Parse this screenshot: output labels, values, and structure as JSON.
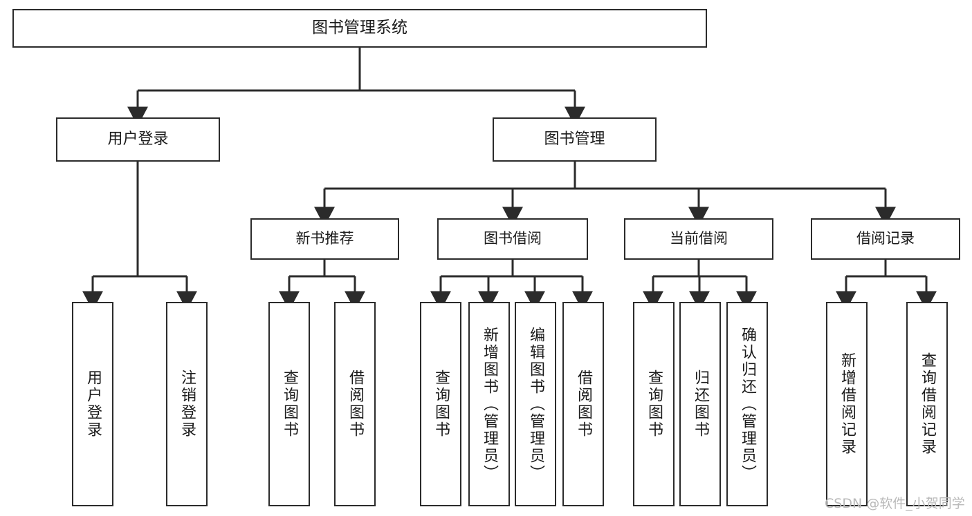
{
  "diagram": {
    "type": "tree",
    "title": "图书管理系统",
    "watermark": "CSDN @软件_小贺同学",
    "colors": {
      "box_border": "#2b2b2b",
      "box_fill": "#ffffff",
      "connector": "#2b2b2b",
      "text": "#1b1b1b",
      "watermark": "#b9b9b9"
    },
    "nodes": {
      "root": {
        "label": "图书管理系统"
      },
      "level2": [
        {
          "label": "用户登录"
        },
        {
          "label": "图书管理"
        }
      ],
      "level3": [
        {
          "label": "新书推荐"
        },
        {
          "label": "图书借阅"
        },
        {
          "label": "当前借阅"
        },
        {
          "label": "借阅记录"
        }
      ],
      "leaves": [
        {
          "label": "用户登录",
          "parent": "用户登录"
        },
        {
          "label": "注销登录",
          "parent": "用户登录"
        },
        {
          "label": "查询图书",
          "parent": "新书推荐"
        },
        {
          "label": "借阅图书",
          "parent": "新书推荐"
        },
        {
          "label": "查询图书",
          "parent": "图书借阅"
        },
        {
          "label": "新增图书（管理员）",
          "parent": "图书借阅"
        },
        {
          "label": "编辑图书（管理员）",
          "parent": "图书借阅"
        },
        {
          "label": "借阅图书",
          "parent": "图书借阅"
        },
        {
          "label": "查询图书",
          "parent": "当前借阅"
        },
        {
          "label": "归还图书",
          "parent": "当前借阅"
        },
        {
          "label": "确认归还（管理员）",
          "parent": "当前借阅"
        },
        {
          "label": "新增借阅记录",
          "parent": "借阅记录"
        },
        {
          "label": "查询借阅记录",
          "parent": "借阅记录"
        }
      ]
    }
  }
}
